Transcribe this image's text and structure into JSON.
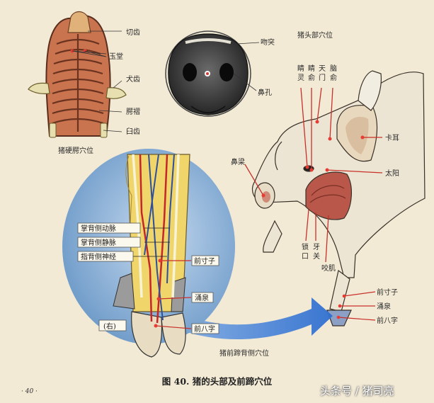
{
  "labels": {
    "palate": {
      "title": "猪硬腭穴位",
      "incisor": "切齿",
      "yutang": "玉堂",
      "canine": "犬齿",
      "ridge": "腭褶",
      "molar": "臼齿"
    },
    "snout": {
      "tip": "吻突",
      "nostril": "鼻孔"
    },
    "head": {
      "title": "猪头部穴位",
      "jingling": "睛\n灵",
      "jingyu": "睛\n俞",
      "tianmen": "天\n门",
      "naoshu": "脑\n俞",
      "ershuan": "卡耳",
      "taiyang": "太阳",
      "biliang": "鼻梁",
      "suokou": "锁\n口",
      "yaguan": "牙\n关",
      "yaoji": "咬肌"
    },
    "hoof": {
      "artery": "掌背侧动脉",
      "vein": "掌背侧静脉",
      "nerve": "指背侧神经",
      "qiancunzi": "前寸子",
      "yongquan": "涌泉",
      "qianbazi": "前八字",
      "right": "(右)",
      "title": "猪前蹄背侧穴位"
    },
    "pig_hoof": {
      "qiancunzi": "前寸子",
      "yongquan": "涌泉",
      "qianbazi": "前八字"
    }
  },
  "caption": "图 40. 猪的头部及前蹄穴位",
  "page_number": "· 40 ·",
  "watermark": "头条号 / 猪司亮",
  "colors": {
    "background": "#f3ead6",
    "pointer": "#c8302a",
    "oval": "#6d9ac8",
    "arrow": "#3f7bd0",
    "palate": "#c9744f"
  }
}
